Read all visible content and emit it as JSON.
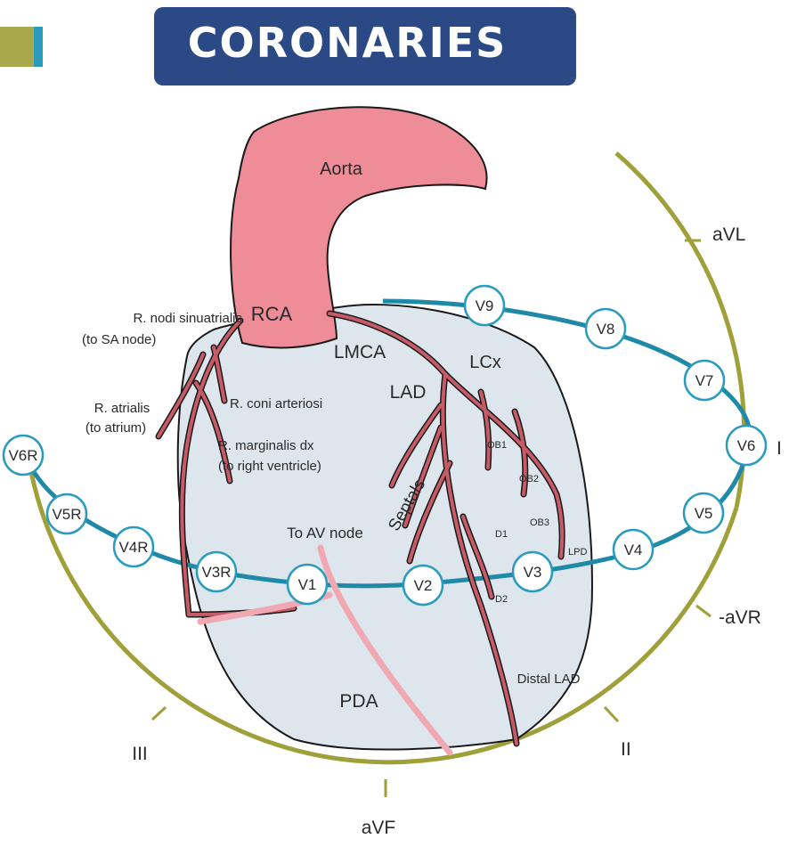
{
  "title": "CORONARIES",
  "colors": {
    "title_bg": "#2b4a85",
    "accent_green": "#a9a84a",
    "accent_teal": "#2a9bbd",
    "hexaxial_circle": "#a0a03a",
    "precordial_line": "#1f8aa8",
    "aorta_fill": "#ee8d97",
    "artery_fill": "#c65a66",
    "heart_fill": "#dde6ec",
    "pda_color": "#f0a8b2"
  },
  "structures": {
    "aorta": "Aorta",
    "rca": "RCA",
    "lmca": "LMCA",
    "lad": "LAD",
    "lcx": "LCx",
    "septals": "Septals",
    "pda": "PDA",
    "distal_lad": "Distal LAD",
    "to_av_node": "To AV node",
    "r_nodi_line1": "R. nodi sinuatrialis",
    "r_nodi_line2": "(to SA node)",
    "r_atrialis_line1": "R. atrialis",
    "r_atrialis_line2": "(to atrium)",
    "r_coni": "R. coni arteriosi",
    "r_marg_line1": "R. marginalis dx",
    "r_marg_line2": "(to right ventricle)",
    "ob1": "OB1",
    "ob2": "OB2",
    "ob3": "OB3",
    "d1": "D1",
    "d2": "D2",
    "lpd": "LPD"
  },
  "limb_leads": {
    "avl": "aVL",
    "i": "I",
    "neg_avr": "-aVR",
    "ii": "II",
    "avf": "aVF",
    "iii": "III"
  },
  "precordial_leads": {
    "v6r": "V6R",
    "v5r": "V5R",
    "v4r": "V4R",
    "v3r": "V3R",
    "v1": "V1",
    "v2": "V2",
    "v3": "V3",
    "v4": "V4",
    "v5": "V5",
    "v6": "V6",
    "v7": "V7",
    "v8": "V8",
    "v9": "V9"
  }
}
